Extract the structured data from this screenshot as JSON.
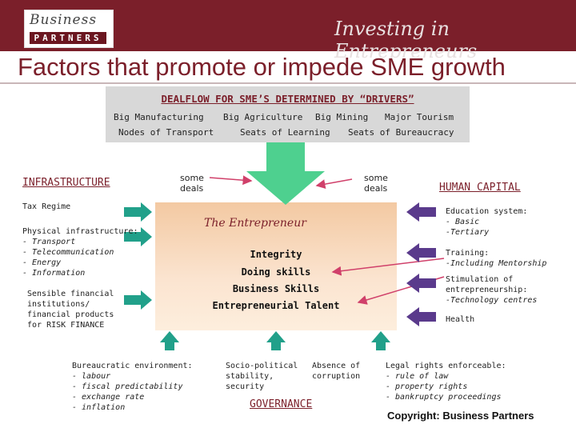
{
  "header": {
    "logo_top": "Business",
    "logo_bottom": "PARTNERS",
    "tagline": "Investing in Entrepreneurs"
  },
  "title": "Factors that promote or impede SME growth",
  "drivers": {
    "heading": "DEALFLOW FOR SME’S DETERMINED BY “DRIVERS”",
    "row1": [
      "Big Manufacturing",
      "Big Agriculture",
      "Big Mining",
      "Major Tourism"
    ],
    "row2": [
      "Nodes of Transport",
      "Seats of Learning",
      "Seats of Bureaucracy"
    ]
  },
  "deals": {
    "left": [
      "some",
      "deals"
    ],
    "right": [
      "some",
      "deals"
    ]
  },
  "infrastructure": {
    "heading": "INFRASTRUCTURE",
    "tax": "Tax Regime",
    "physical": [
      "Physical infrastructure:",
      "- Transport",
      "- Telecommunication",
      "- Energy",
      "- Information"
    ],
    "financial": [
      "Sensible financial",
      "institutions/",
      "financial products",
      "for RISK FINANCE"
    ]
  },
  "entrepreneur": {
    "title": "The Entrepreneur",
    "lines": [
      "Integrity",
      "Doing skills",
      "Business Skills",
      "Entrepreneurial Talent"
    ]
  },
  "human_capital": {
    "heading": "HUMAN CAPITAL",
    "education": [
      "Education system:",
      "- Basic",
      "-Tertiary"
    ],
    "training": [
      "Training:",
      "-Including Mentorship"
    ],
    "stimulation": [
      "Stimulation of",
      "entrepreneurship:",
      "-Technology centres"
    ],
    "health": "Health"
  },
  "governance": {
    "heading": "GOVERNANCE",
    "bureaucratic": [
      "Bureaucratic environment:",
      "- labour",
      "- fiscal predictability",
      "- exchange rate",
      "- inflation"
    ],
    "socio": [
      "Socio-political",
      "stability,",
      "security"
    ],
    "corruption": [
      "Absence of",
      "corruption"
    ],
    "legal": [
      "Legal rights enforceable:",
      "- rule of law",
      "- property rights",
      "- bankruptcy proceedings"
    ]
  },
  "copyright": "Copyright:  Business Partners",
  "colors": {
    "maroon": "#7b1f2a",
    "teal_arrow": "#21a08a",
    "big_arrow": "#4ed08f",
    "purple_arrow": "#5a3a8c",
    "pink_arrow": "#d0406a"
  }
}
